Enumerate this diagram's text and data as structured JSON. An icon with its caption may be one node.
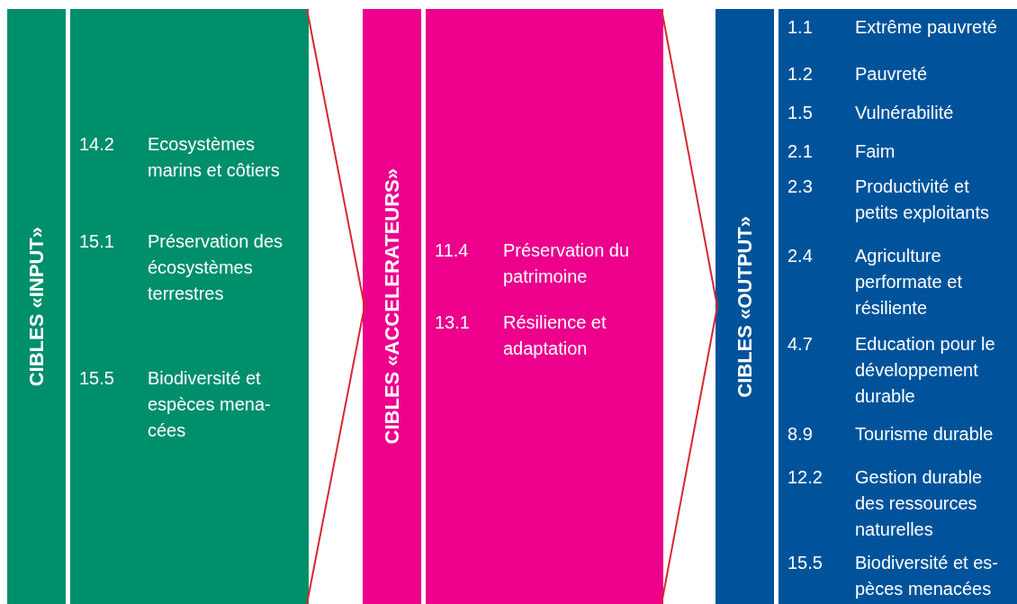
{
  "diagram": {
    "nodes": [
      {
        "text": [
          "CIBLES «INPUT»"
        ]
      },
      {
        "text": [
          "14.2",
          "Ecosystèmes marins et côtiers",
          "15.1",
          "Préservation des écosystèmes terrestres",
          "15.5",
          "Biodiversité et espèces mena-cées"
        ]
      },
      {
        "text": [
          "CIBLES «ACCELERATEURS»"
        ]
      },
      {
        "text": [
          "11.4",
          "Préservation du patrimoine",
          "13.1",
          "Résilience et adaptation"
        ]
      },
      {
        "text": [
          "CIBLES «OUTPUT»"
        ]
      },
      {
        "text": [
          "1.1",
          "Extrême pauvreté",
          "1.2",
          "Pauvreté",
          "1.5",
          "Vulnérabilité",
          "2.1",
          "Faim",
          "2.3",
          "Productivité et petits exploitants",
          "2.4",
          "Agriculture performate et résiliente",
          "4.7",
          "Education pour le développement durable",
          "8.9",
          "Tourisme durable",
          "12.2",
          "Gestion durable des ressources naturelles",
          "15.5",
          "Biodiversité et es-pèces menacées"
        ]
      }
    ],
    "edges": [
      {
        "from": 1,
        "to": 2,
        "arrow": "none"
      },
      {
        "from": 3,
        "to": 4,
        "arrow": "none"
      }
    ]
  }
}
